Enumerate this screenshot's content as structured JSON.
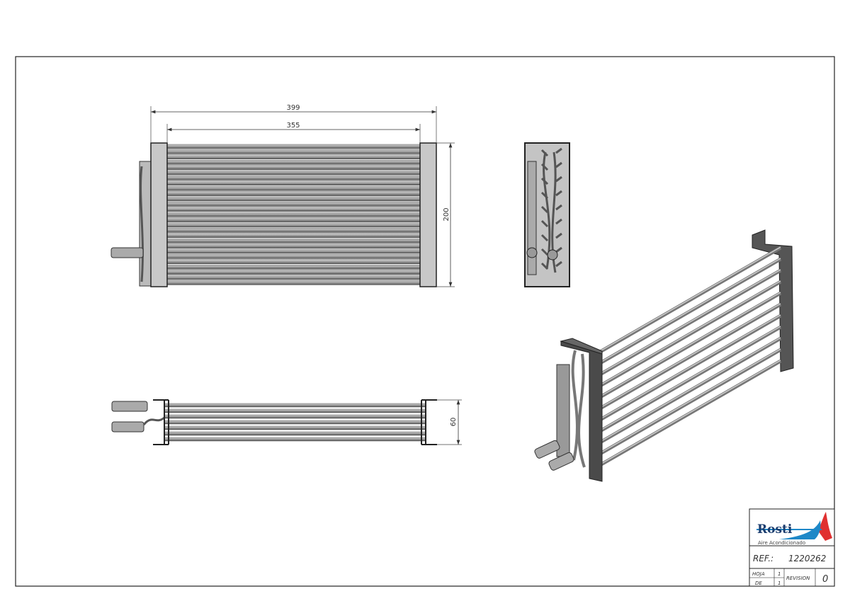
{
  "drawing": {
    "dimensions": {
      "overall_width": "399",
      "core_width": "355",
      "height": "200",
      "depth": "60"
    }
  },
  "title_block": {
    "logo_text": "Rosti",
    "logo_subtitle": "Aire Acondicionado",
    "ref_label": "REF.:",
    "ref_value": "1220262",
    "sheet_label": "HOJA",
    "sheet_value": "1",
    "of_label": "DE",
    "of_value": "1",
    "revision_label": "REVISION",
    "revision_value": "0"
  },
  "colors": {
    "tube": "#9a9a9a",
    "plate": "#c8c8c8",
    "logo_blue": "#1e88c8",
    "logo_red": "#e03030",
    "logo_text": "#1a3c6e"
  }
}
